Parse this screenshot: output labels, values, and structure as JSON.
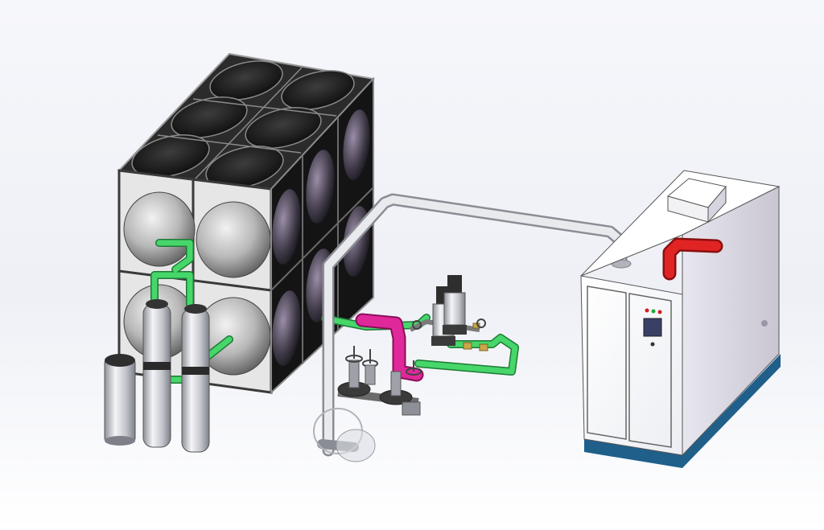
{
  "scene": {
    "components": [
      {
        "id": "water-tank",
        "kind": "modular-tank",
        "grid_cols": 2,
        "grid_rows": 2,
        "top_hatches": 6
      },
      {
        "id": "filter-vessels",
        "kind": "vessel",
        "count": 3
      },
      {
        "id": "booster-pump-set",
        "kind": "vertical-pumps",
        "count": 2
      },
      {
        "id": "valve-manifold",
        "kind": "gate-valves",
        "count": 3
      },
      {
        "id": "treatment-cabinet",
        "kind": "cabinet",
        "doors": 2,
        "indicator_lamps": 3
      }
    ],
    "colors": {
      "background": "#f1f3f8",
      "tank_frame": "#3a3a3a",
      "tank_panel": "#1a1a1a",
      "green_pipe": "#37c45a",
      "magenta_pipe": "#d61f8f",
      "red_pipe": "#d81e1e",
      "silver_pipe": "#cfd2d8",
      "cabinet_base": "#1f5f8a",
      "cabinet_body": "#ffffff"
    }
  }
}
